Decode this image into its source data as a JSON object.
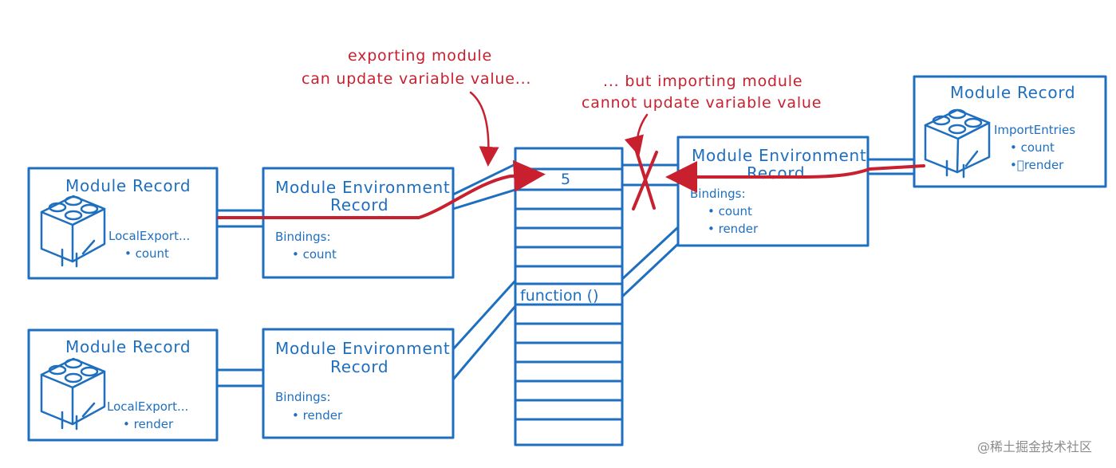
{
  "colors": {
    "blue": "#1f6fc0",
    "red": "#c9202f",
    "watermark": "#8c8c8c"
  },
  "annotations": {
    "exporting_line1": "exporting module",
    "exporting_line2": "can update variable value...",
    "importing_line1": "... but importing module",
    "importing_line2": "cannot update variable value"
  },
  "export_count_module": {
    "record_title": "Module Record",
    "entries_label": "LocalExport...",
    "entries_item": "• count",
    "env_title_line1": "Module Environment",
    "env_title_line2": "Record",
    "bindings_label": "Bindings:",
    "binding_item": "• count"
  },
  "export_render_module": {
    "record_title": "Module Record",
    "entries_label": "LocalExport...",
    "entries_item": "• render",
    "env_title_line1": "Module Environment",
    "env_title_line2": "Record",
    "bindings_label": "Bindings:",
    "binding_item": "• render"
  },
  "import_module": {
    "record_title": "Module Record",
    "entries_label": "ImportEntries",
    "entries_item1": "• count",
    "entries_item2": "•􏰀render",
    "env_title_line1": "Module Environment",
    "env_title_line2": "Record",
    "bindings_label": "Bindings:",
    "binding_item1": "• count",
    "binding_item2": "• render"
  },
  "memory": {
    "count_value": "5",
    "render_value": "function ()"
  },
  "icons": {
    "brick": "lego-brick-icon",
    "blocked": "red-cross-icon"
  },
  "watermark": "@稀土掘金技术社区"
}
